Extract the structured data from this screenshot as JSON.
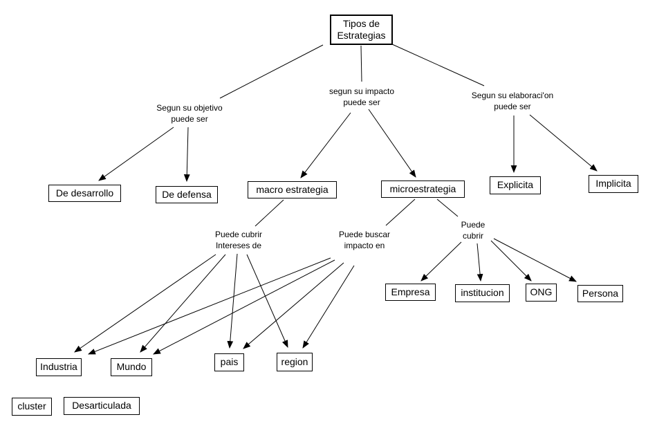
{
  "diagram_title": "Tipos de Estrategias",
  "colors": {
    "background": "#ffffff",
    "line": "#000000",
    "box_border": "#000000",
    "box_fill": "#ffffff",
    "text": "#000000"
  },
  "nodes": {
    "tipos": {
      "label": "Tipos de Estrategias"
    },
    "de_desarrollo": {
      "label": "De desarrollo"
    },
    "de_defensa": {
      "label": "De defensa"
    },
    "macro": {
      "label": "macro estrategia"
    },
    "micro": {
      "label": "microestrategia"
    },
    "explicita": {
      "label": "Explicita"
    },
    "implicita": {
      "label": "Implicita"
    },
    "empresa": {
      "label": "Empresa"
    },
    "institucion": {
      "label": "institucion"
    },
    "ong": {
      "label": "ONG"
    },
    "persona": {
      "label": "Persona"
    },
    "industria": {
      "label": "Industria"
    },
    "mundo": {
      "label": "Mundo"
    },
    "pais": {
      "label": "pais"
    },
    "region": {
      "label": "region"
    },
    "cluster": {
      "label": "cluster"
    },
    "desarticulada": {
      "label": "Desarticulada"
    }
  },
  "link_labels": {
    "objetivo": {
      "line1": "Segun su objetivo",
      "line2": "puede ser"
    },
    "impacto": {
      "line1": "segun su impacto",
      "line2": "puede ser"
    },
    "elaboracion": {
      "line1": "Segun su elaboraci'on",
      "line2": "puede ser"
    },
    "cubrir_intereses": {
      "line1": "Puede cubrir",
      "line2": "Intereses de"
    },
    "buscar_impacto": {
      "line1": "Puede buscar",
      "line2": "impacto en"
    },
    "puede_cubrir": {
      "line1": "Puede",
      "line2": "cubrir"
    }
  },
  "edges": [
    {
      "from": "tipos",
      "to": "objetivo",
      "arrow": false
    },
    {
      "from": "tipos",
      "to": "impacto",
      "arrow": false
    },
    {
      "from": "tipos",
      "to": "elaboracion",
      "arrow": false
    },
    {
      "from": "objetivo",
      "to": "de_desarrollo",
      "arrow": true
    },
    {
      "from": "objetivo",
      "to": "de_defensa",
      "arrow": true
    },
    {
      "from": "impacto",
      "to": "macro",
      "arrow": true
    },
    {
      "from": "impacto",
      "to": "micro",
      "arrow": true
    },
    {
      "from": "elaboracion",
      "to": "explicita",
      "arrow": true
    },
    {
      "from": "elaboracion",
      "to": "implicita",
      "arrow": true
    },
    {
      "from": "macro",
      "to": "cubrir_intereses",
      "arrow": false
    },
    {
      "from": "micro",
      "to": "buscar_impacto",
      "arrow": false
    },
    {
      "from": "micro",
      "to": "puede_cubrir",
      "arrow": false
    },
    {
      "from": "puede_cubrir",
      "to": "empresa",
      "arrow": true
    },
    {
      "from": "puede_cubrir",
      "to": "institucion",
      "arrow": true
    },
    {
      "from": "puede_cubrir",
      "to": "ong",
      "arrow": true
    },
    {
      "from": "puede_cubrir",
      "to": "persona",
      "arrow": true
    },
    {
      "from": "cubrir_intereses",
      "to": "industria",
      "arrow": true
    },
    {
      "from": "cubrir_intereses",
      "to": "mundo",
      "arrow": true
    },
    {
      "from": "cubrir_intereses",
      "to": "pais",
      "arrow": true
    },
    {
      "from": "cubrir_intereses",
      "to": "region",
      "arrow": true
    },
    {
      "from": "buscar_impacto",
      "to": "industria",
      "arrow": true
    },
    {
      "from": "buscar_impacto",
      "to": "mundo",
      "arrow": true
    },
    {
      "from": "buscar_impacto",
      "to": "pais",
      "arrow": true
    },
    {
      "from": "buscar_impacto",
      "to": "region",
      "arrow": true
    }
  ]
}
